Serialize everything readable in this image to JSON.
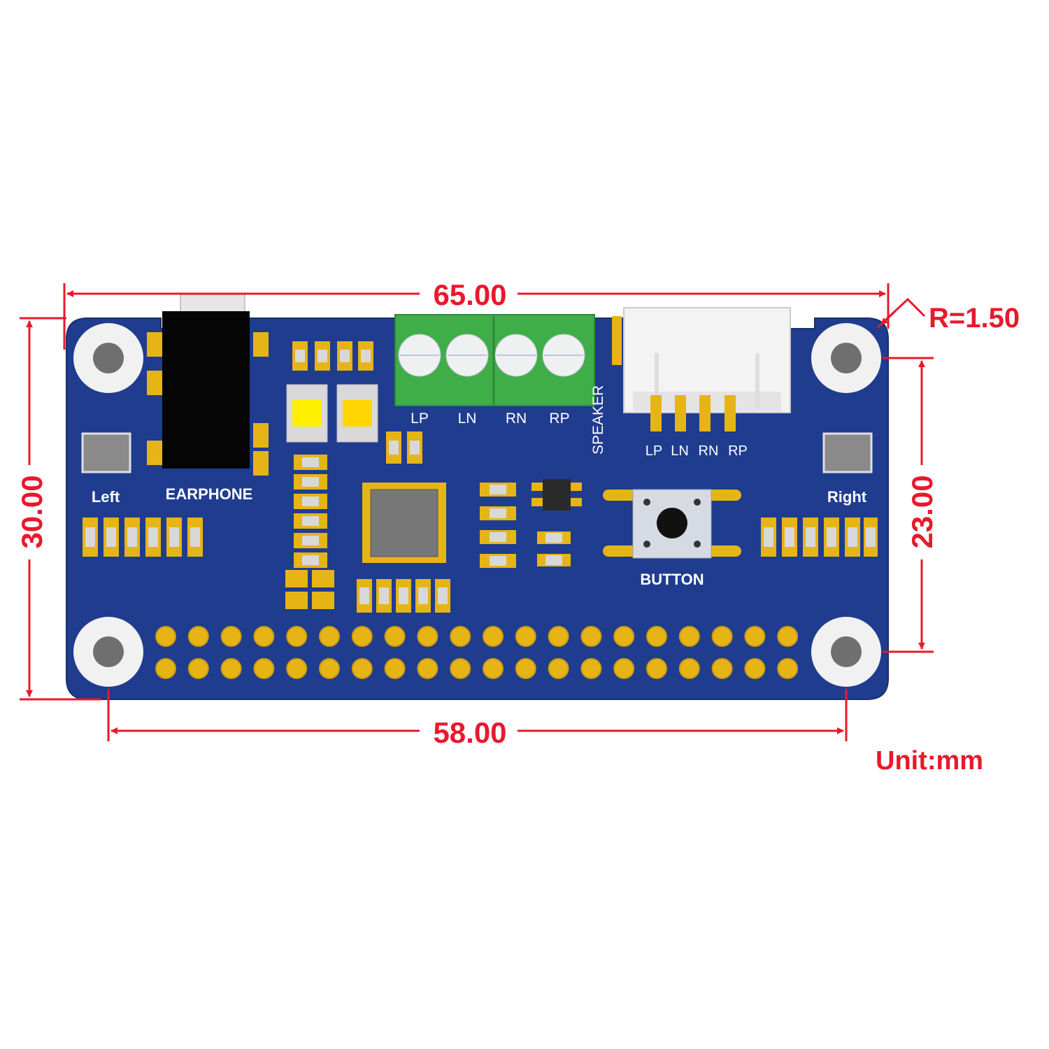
{
  "dimensions": {
    "width_overall": "65.00",
    "height_overall": "30.00",
    "hole_spacing_x": "58.00",
    "hole_spacing_y": "23.00",
    "corner_radius": "R=1.50",
    "unit": "Unit:mm"
  },
  "board_labels": {
    "earphone": "EARPHONE",
    "left": "Left",
    "right": "Right",
    "button": "BUTTON",
    "speaker": "SPEAKER"
  },
  "terminal_labels": [
    "LP",
    "LN",
    "RN",
    "RP"
  ],
  "connector_labels": [
    "LP",
    "LN",
    "RN",
    "RP"
  ],
  "colors": {
    "dimension": "#e8192c",
    "pcb": "#1e3a8a",
    "gold": "#e7b416",
    "terminal_block": "#3fae49"
  }
}
